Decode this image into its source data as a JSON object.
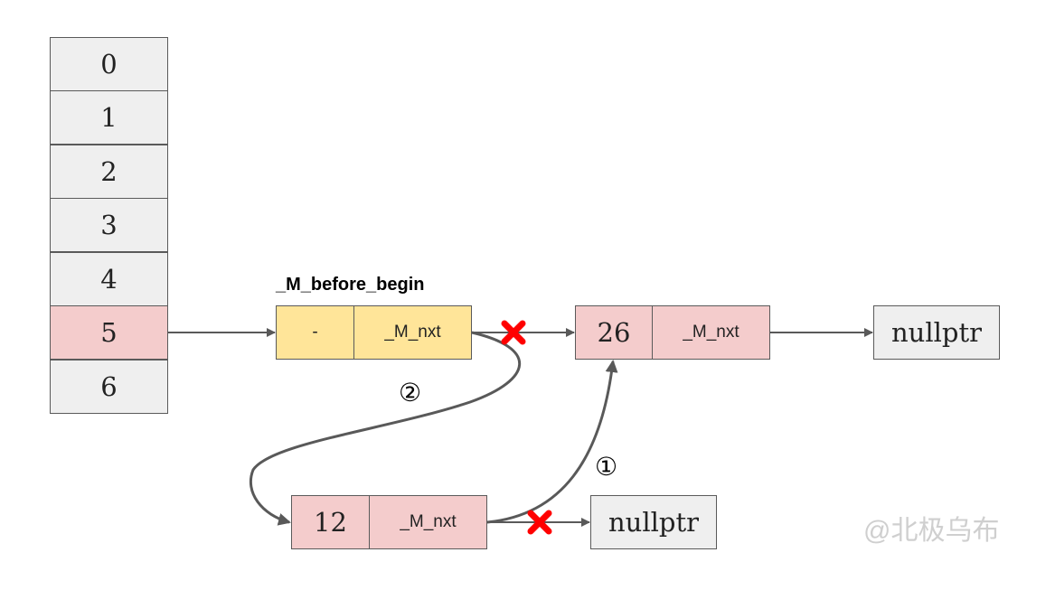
{
  "buckets": [
    "0",
    "1",
    "2",
    "3",
    "4",
    "5",
    "6"
  ],
  "highlighted_bucket": "5",
  "before_begin_label": "_M_before_begin",
  "nodes": {
    "before_begin": {
      "value": "-",
      "next": "_M_nxt"
    },
    "node26": {
      "value": "26",
      "next": "_M_nxt"
    },
    "node12": {
      "value": "12",
      "next": "_M_nxt"
    }
  },
  "nullptr_labels": [
    "nullptr",
    "nullptr"
  ],
  "steps": [
    "①",
    "②"
  ],
  "watermark": "@北极乌布",
  "colors": {
    "bucket": "#efefef",
    "highlight": "#f4cccc",
    "before_begin": "#ffe599",
    "node": "#f4cccc",
    "arrow": "#595959",
    "cross": "#ff0000"
  }
}
